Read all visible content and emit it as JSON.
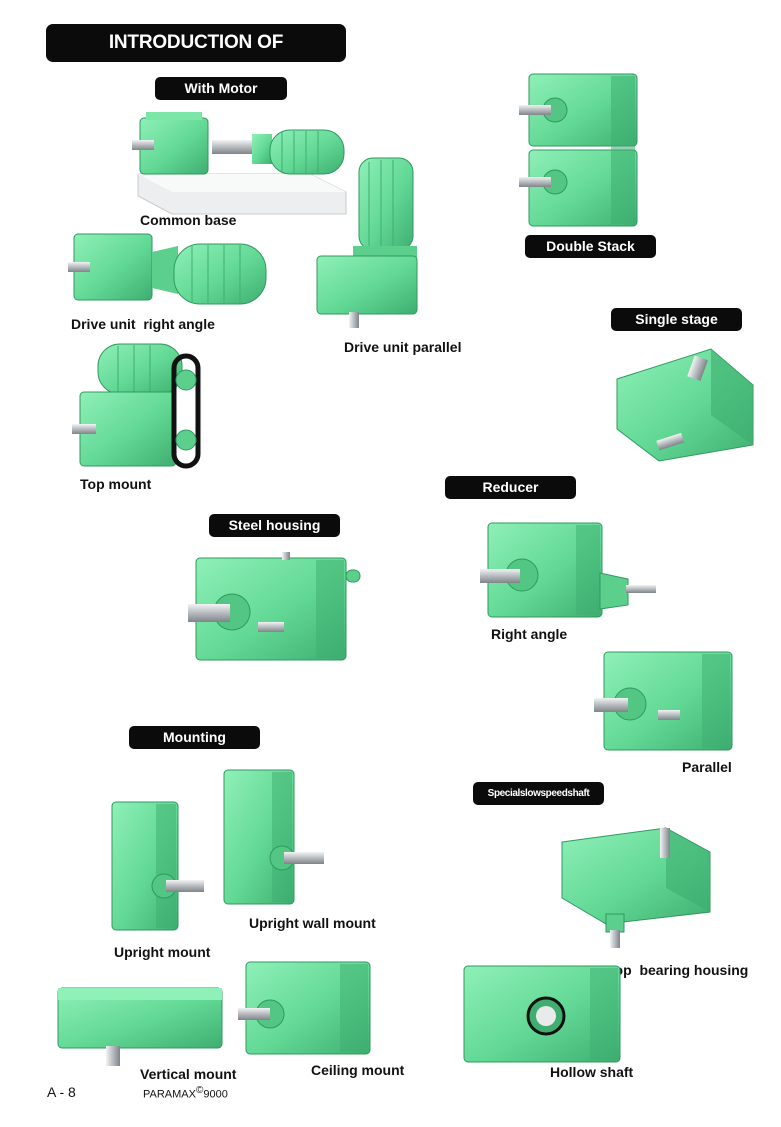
{
  "page": {
    "title": "INTRODUCTION OF APPLICATION",
    "page_number": "A - 8",
    "brand_name": "PARAMAX",
    "brand_mark": "©",
    "brand_model": "9000"
  },
  "sections": {
    "with_motor": "With Motor",
    "double_stack": "Double Stack",
    "single_stage": "Single stage",
    "reducer": "Reducer",
    "steel_housing": "Steel housing",
    "mounting": "Mounting",
    "special_slow_speed_shaft": "Specialslowspeedshaft"
  },
  "captions": {
    "common_base": "Common base",
    "drive_unit_right_angle": "Drive unit  right angle",
    "drive_unit_parallel": "Drive unit parallel",
    "top_mount": "Top mount",
    "right_angle": "Right angle",
    "parallel": "Parallel",
    "upright_mount": "Upright mount",
    "upright_wall_mount": "Upright wall mount",
    "drop_bearing_housing": "Drop  bearing housing",
    "vertical_mount": "Vertical mount",
    "ceiling_mount": "Ceiling mount",
    "hollow_shaft": "Hollow shaft"
  },
  "colors": {
    "gearbox_green": "#6ddc9c",
    "gearbox_dark": "#3fae70",
    "shaft_gray": "#c9ccd0",
    "label_bg": "#0b0b0b"
  }
}
